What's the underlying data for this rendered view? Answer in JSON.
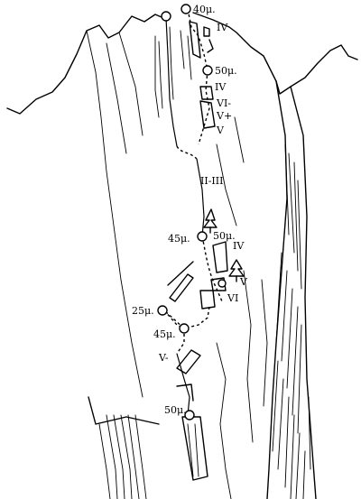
{
  "stations": [
    {
      "id": "s1",
      "label": ""
    },
    {
      "id": "s2",
      "label": "40μ."
    },
    {
      "id": "s3",
      "label": "50μ."
    },
    {
      "id": "s4",
      "label": "45μ."
    },
    {
      "id": "s5",
      "label": "50μ."
    },
    {
      "id": "s6",
      "label": "25μ."
    },
    {
      "id": "s7",
      "label": "45μ."
    },
    {
      "id": "s8",
      "label": "50μ."
    }
  ],
  "grades": {
    "g1": "IV",
    "g2": "IV",
    "g3": "VI-",
    "g4": "V+",
    "g5": "V",
    "g6": "II-III",
    "g7": "IV",
    "g8": "V",
    "g9": "VI",
    "g10": "V-"
  },
  "icons": [
    "tree-icon",
    "tree-icon",
    "belay-station-icon"
  ]
}
